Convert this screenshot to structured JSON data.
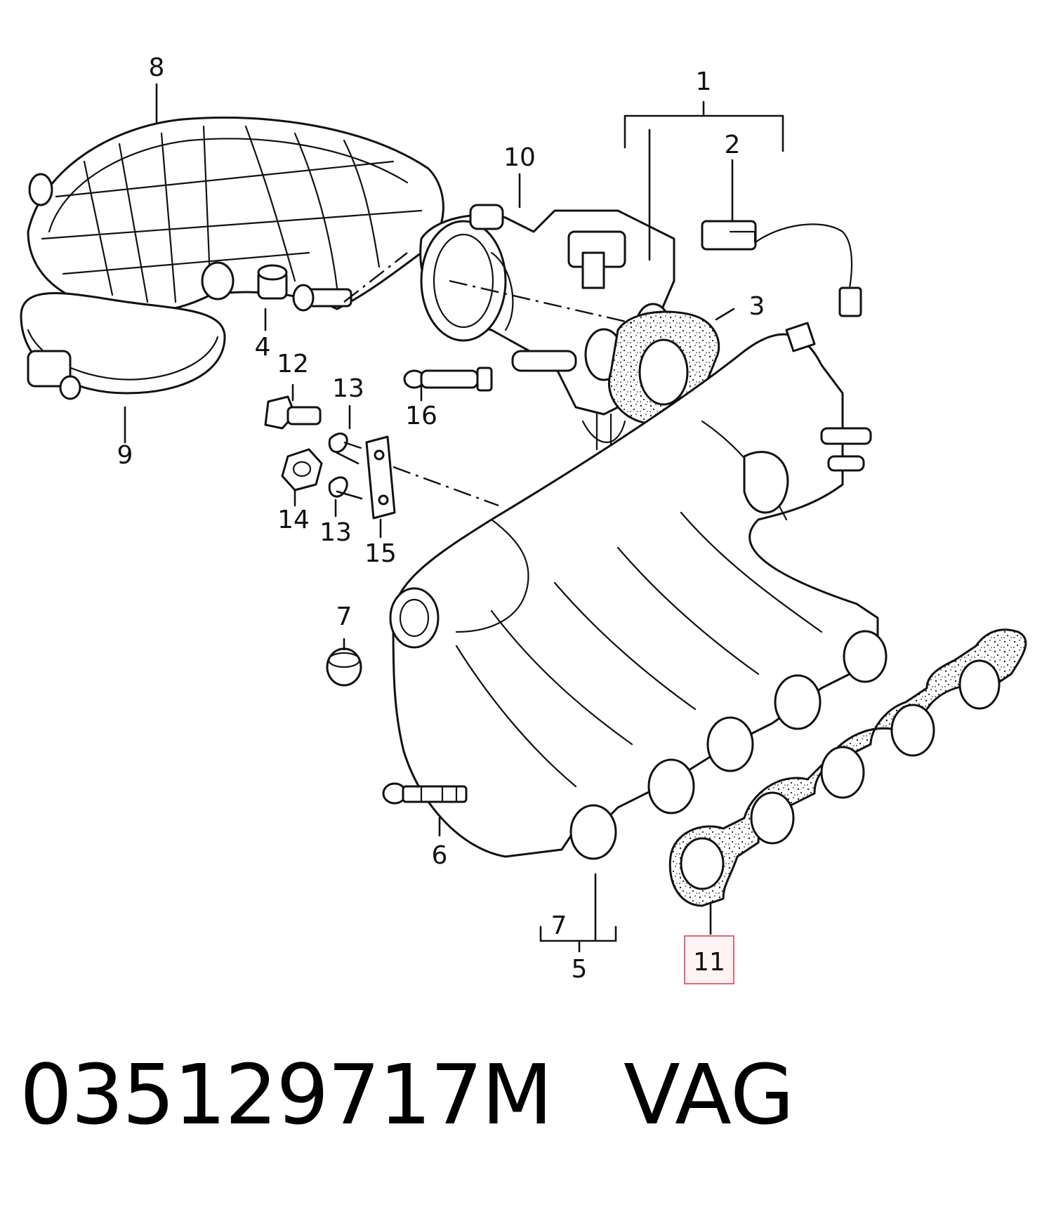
{
  "callouts": {
    "c1": "1",
    "c2": "2",
    "c3": "3",
    "c4": "4",
    "c5": "5",
    "c6": "6",
    "c7a": "7",
    "c7b": "7",
    "c8": "8",
    "c9": "9",
    "c10": "10",
    "c11": "11",
    "c12": "12",
    "c13a": "13",
    "c13b": "13",
    "c14": "14",
    "c15": "15",
    "c16": "16"
  },
  "highlight_callout": "11",
  "caption": {
    "part_number": "035129717M",
    "brand": "VAG"
  },
  "colors": {
    "line": "#111111",
    "highlight_border": "#e06878",
    "highlight_fill": "#fff3f4"
  }
}
